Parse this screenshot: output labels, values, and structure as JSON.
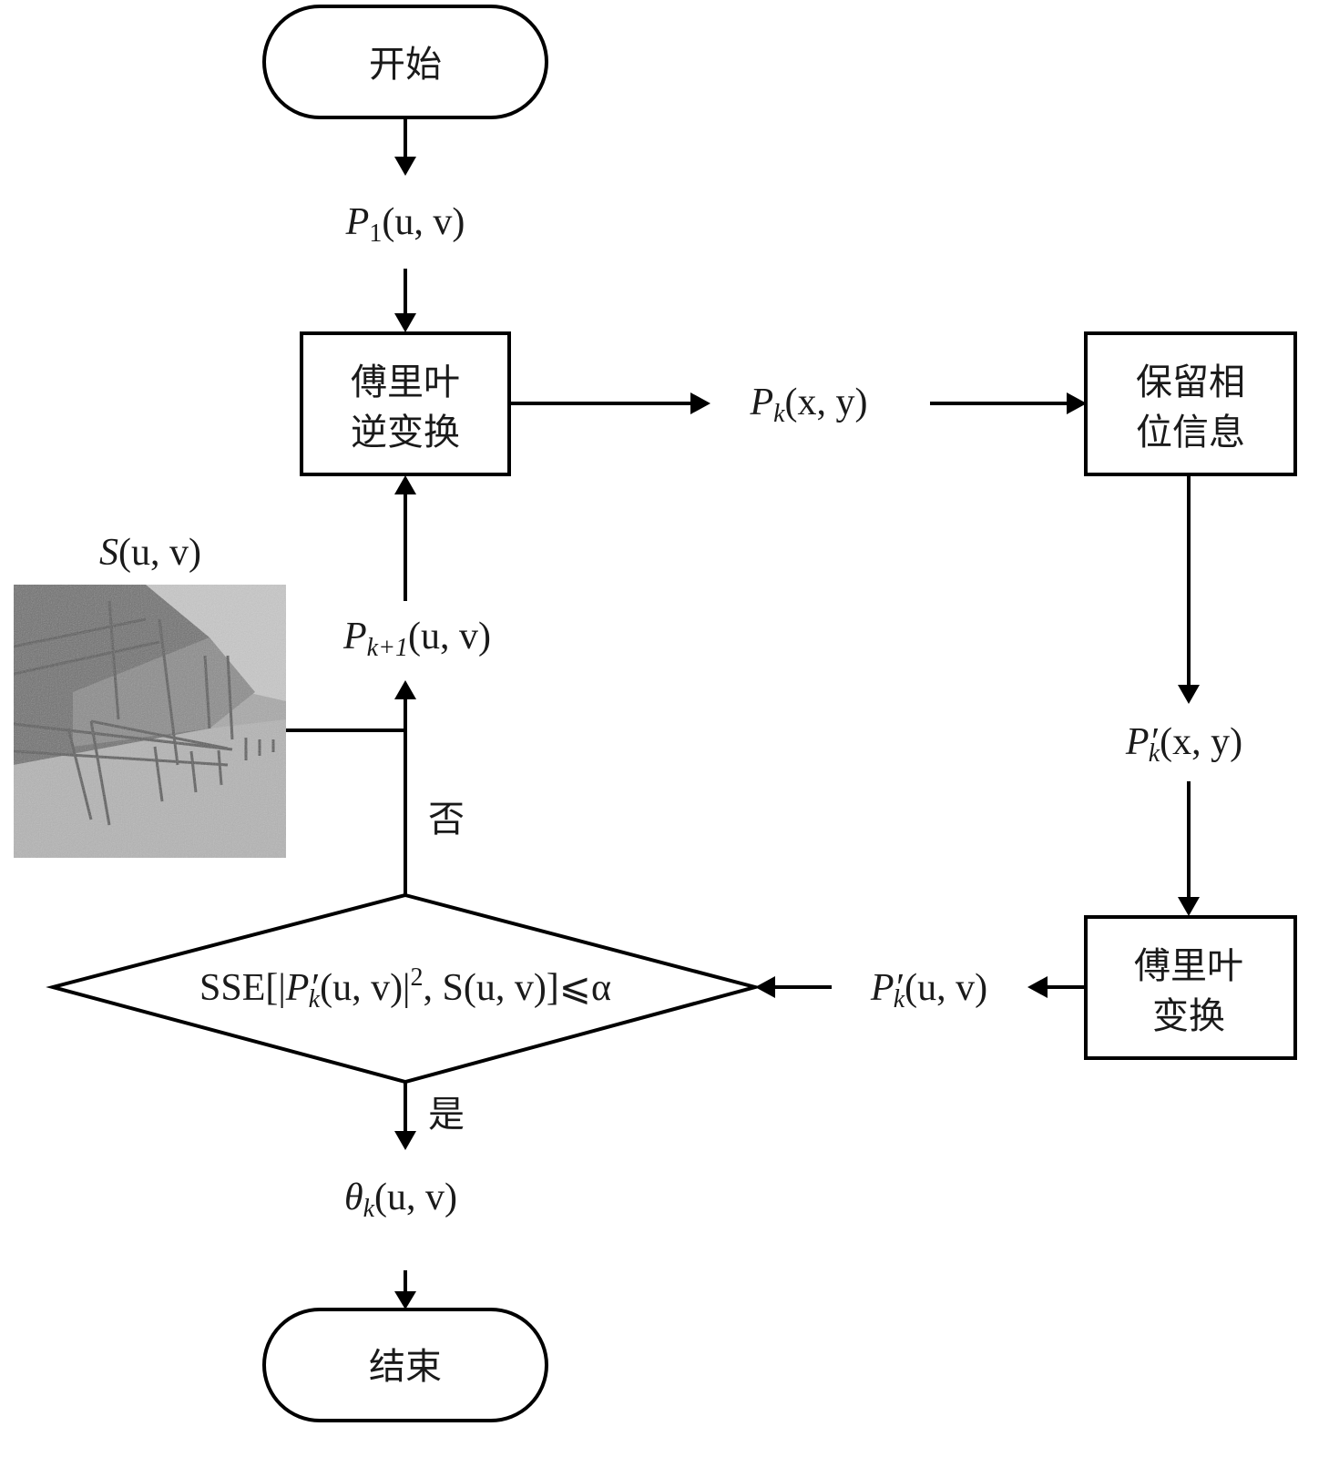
{
  "diagram": {
    "type": "flowchart",
    "nodes": {
      "start": {
        "label": "开始",
        "shape": "terminator"
      },
      "ifft": {
        "label_line1": "傅里叶",
        "label_line2": "逆变换",
        "shape": "process"
      },
      "keep_phase": {
        "label_line1": "保留相",
        "label_line2": "位信息",
        "shape": "process"
      },
      "fft": {
        "label_line1": "傅里叶",
        "label_line2": "变换",
        "shape": "process"
      },
      "decision": {
        "shape": "decision",
        "expr": {
          "pre": "SSE[|",
          "P": "P",
          "prime": "′",
          "sub": "k",
          "mid": "(u, v)|",
          "sup": "2",
          "post": ", S(u, v)]⩽α"
        }
      },
      "end": {
        "label": "结束",
        "shape": "terminator"
      }
    },
    "signals": {
      "p1": {
        "main": "P",
        "sub": "1",
        "args": "(u, v)"
      },
      "pk_xy": {
        "main": "P",
        "sub": "k",
        "args": "(x, y)"
      },
      "pk_prime_xy": {
        "main": "P′",
        "sub": "k",
        "args": "(x, y)"
      },
      "pk_prime_uv": {
        "main": "P′",
        "sub": "k",
        "args": "(u, v)"
      },
      "pk1": {
        "main": "P",
        "sub": "k+1",
        "args": "(u, v)"
      },
      "theta": {
        "main": "θ",
        "sub": "k",
        "args": "(u, v)"
      },
      "s": {
        "main": "S",
        "args": "(u, v)"
      }
    },
    "branch_labels": {
      "no": "否",
      "yes": "是"
    },
    "image": {
      "caption": "S(u, v)",
      "description": "noisy grayscale photo of outdoor stairs with railings"
    },
    "edges": [
      {
        "from": "start",
        "to": "p1"
      },
      {
        "from": "p1",
        "to": "ifft"
      },
      {
        "from": "ifft",
        "to": "pk_xy"
      },
      {
        "from": "pk_xy",
        "to": "keep_phase"
      },
      {
        "from": "keep_phase",
        "to": "pk_prime_xy"
      },
      {
        "from": "pk_prime_xy",
        "to": "fft"
      },
      {
        "from": "fft",
        "to": "pk_prime_uv"
      },
      {
        "from": "pk_prime_uv",
        "to": "decision"
      },
      {
        "from": "decision",
        "to": "pk1",
        "label": "否"
      },
      {
        "from": "s",
        "to": "pk1"
      },
      {
        "from": "pk1",
        "to": "ifft"
      },
      {
        "from": "decision",
        "to": "theta",
        "label": "是"
      },
      {
        "from": "theta",
        "to": "end"
      }
    ]
  }
}
